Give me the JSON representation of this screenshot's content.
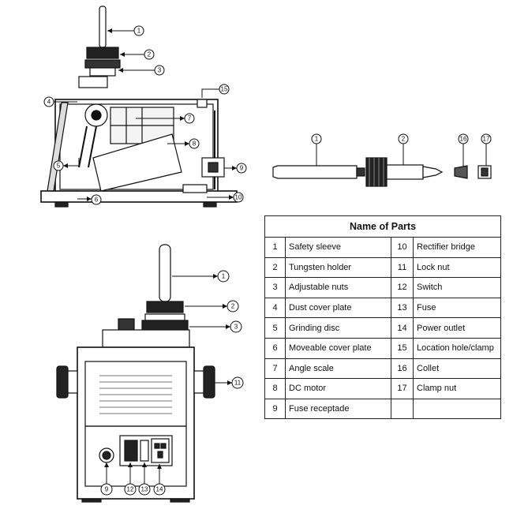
{
  "table": {
    "title": "Name of Parts",
    "rows": [
      {
        "n1": "1",
        "p1": "Safety sleeve",
        "n2": "10",
        "p2": "Rectifier bridge"
      },
      {
        "n1": "2",
        "p1": "Tungsten holder",
        "n2": "11",
        "p2": "Lock nut"
      },
      {
        "n1": "3",
        "p1": "Adjustable nuts",
        "n2": "12",
        "p2": "Switch"
      },
      {
        "n1": "4",
        "p1": "Dust cover plate",
        "n2": "13",
        "p2": "Fuse"
      },
      {
        "n1": "5",
        "p1": "Grinding disc",
        "n2": "14",
        "p2": "Power outlet"
      },
      {
        "n1": "6",
        "p1": "Moveable cover plate",
        "n2": "15",
        "p2": "Location hole/clamp"
      },
      {
        "n1": "7",
        "p1": "Angle scale",
        "n2": "16",
        "p2": "Collet"
      },
      {
        "n1": "8",
        "p1": "DC motor",
        "n2": "17",
        "p2": "Clamp nut"
      },
      {
        "n1": "9",
        "p1": "Fuse receptade",
        "n2": "",
        "p2": ""
      }
    ]
  },
  "callouts": {
    "side": [
      "1",
      "2",
      "3",
      "4",
      "5",
      "6",
      "7",
      "8",
      "9",
      "10",
      "15"
    ],
    "holder": [
      "1",
      "2",
      "16",
      "17"
    ],
    "front": [
      "1",
      "2",
      "3",
      "9",
      "11",
      "12",
      "13",
      "14"
    ]
  }
}
